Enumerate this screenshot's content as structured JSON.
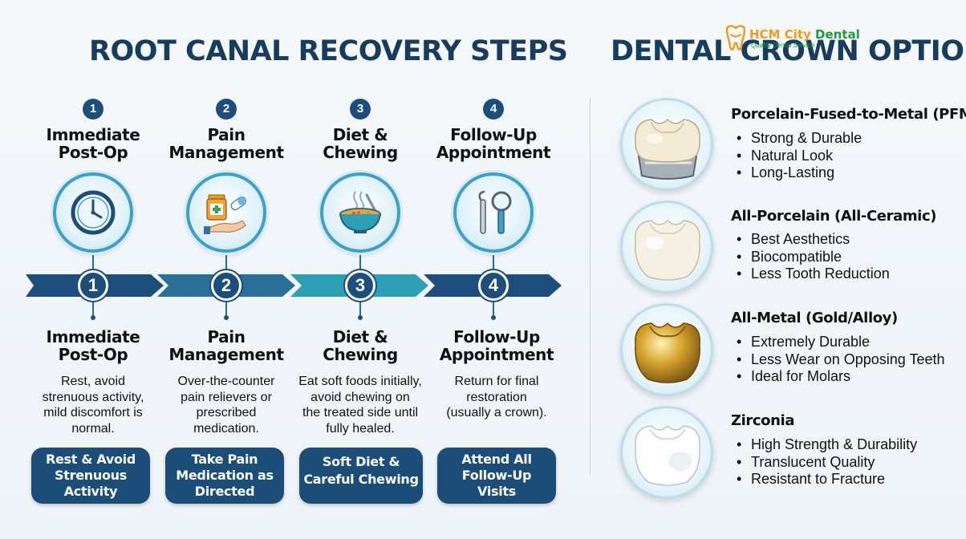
{
  "left_title": "ROOT CANAL RECOVERY STEPS",
  "right_title": "DENTAL CROWN OPTIONS",
  "logo": {
    "brand_part1": "HCM City",
    "brand_part2": "Dental",
    "tagline": "Quality Dental Service",
    "colors": {
      "orange": "#f39a1c",
      "green": "#1f9a3a"
    }
  },
  "colors": {
    "navy": "#1d4e7b",
    "teal": "#2e9fb4",
    "accent": "#3f9fc4"
  },
  "steps": [
    {
      "number": "1",
      "title_line1": "Immediate",
      "title_line2": "Post-Op",
      "icon": "clock-icon",
      "desc_lines": [
        "Rest, avoid",
        "strenuous activity,",
        "mild discomfort is",
        "normal."
      ],
      "action_lines": [
        "Rest & Avoid",
        "Strenuous",
        "Activity"
      ]
    },
    {
      "number": "2",
      "title_line1": "Pain",
      "title_line2": "Management",
      "icon": "medication-icon",
      "desc_lines": [
        "Over-the-counter",
        "pain relievers or",
        "prescribed",
        "medication."
      ],
      "action_lines": [
        "Take Pain",
        "Medication as",
        "Directed"
      ]
    },
    {
      "number": "3",
      "title_line1": "Diet &",
      "title_line2": "Chewing",
      "icon": "soup-bowl-icon",
      "desc_lines": [
        "Eat soft foods initially,",
        "avoid chewing on",
        "the treated side until",
        "fully healed."
      ],
      "action_lines": [
        "Soft Diet &",
        "Careful Chewing"
      ]
    },
    {
      "number": "4",
      "title_line1": "Follow-Up",
      "title_line2": "Appointment",
      "icon": "dental-tools-icon",
      "desc_lines": [
        "Return for final",
        "restoration",
        "(usually a crown)."
      ],
      "action_lines": [
        "Attend All",
        "Follow-Up",
        "Visits"
      ]
    }
  ],
  "crowns": [
    {
      "name": "Porcelain-Fused-to-Metal (PFM)",
      "icon": "pfm-crown-icon",
      "benefits": [
        "Strong & Durable",
        "Natural Look",
        "Long-Lasting"
      ]
    },
    {
      "name": "All-Porcelain (All-Ceramic)",
      "icon": "porcelain-crown-icon",
      "benefits": [
        "Best Aesthetics",
        "Biocompatible",
        "Less Tooth Reduction"
      ]
    },
    {
      "name": "All-Metal (Gold/Alloy)",
      "icon": "gold-crown-icon",
      "benefits": [
        "Extremely Durable",
        "Less Wear on Opposing Teeth",
        "Ideal for Molars"
      ]
    },
    {
      "name": "Zirconia",
      "icon": "zirconia-crown-icon",
      "benefits": [
        "High Strength & Durability",
        "Translucent Quality",
        "Resistant to Fracture"
      ]
    }
  ]
}
